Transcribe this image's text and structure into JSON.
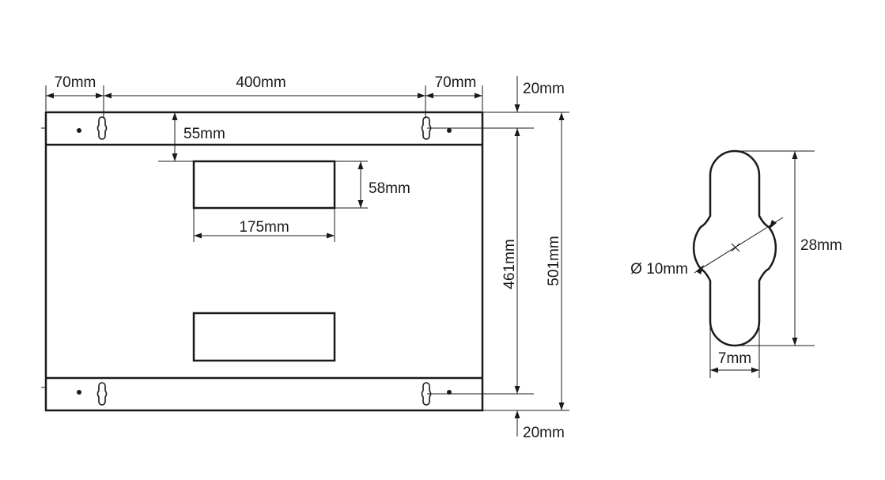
{
  "dimensions": {
    "side_width": "70mm",
    "center_width": "400mm",
    "side_width_right": "70mm",
    "top_margin": "20mm",
    "bottom_margin": "20mm",
    "rail_offset": "55mm",
    "cutout_height": "58mm",
    "cutout_width": "175mm",
    "inner_height": "461mm",
    "total_height": "501mm",
    "slot_diameter": "Ø 10mm",
    "slot_length": "28mm",
    "slot_width": "7mm"
  },
  "colors": {
    "line": "#1a1a1a",
    "background": "#ffffff"
  }
}
